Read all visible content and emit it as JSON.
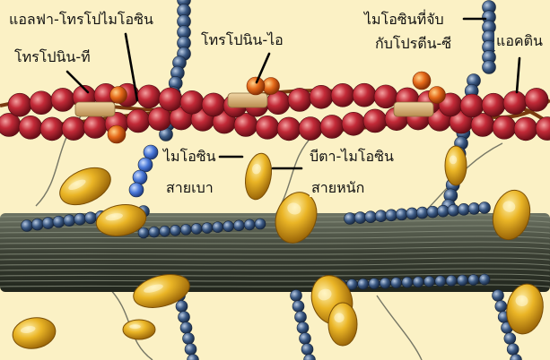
{
  "labels": {
    "alpha_tropomyosin": "แอลฟา-โทรโปไมโอซิน",
    "troponin_t": "โทรโปนิน-ที",
    "troponin_i": "โทรโปนิน-ไอ",
    "myosin_binding_line1": "ไมโอซินที่จับ",
    "myosin_binding_line2": "กับโปรตีน-ซี",
    "actin": "แอคติน",
    "myosin_light_line1": "ไมโอซิน",
    "myosin_light_line2": "สายเบา",
    "beta_myosin_line1": "บีตา-ไมโอซิน",
    "beta_myosin_line2": "สายหนัก"
  },
  "colors": {
    "background": "#fbf1c5",
    "actin_bead": "#b8222f",
    "troponin": "#e66a1a",
    "tropomyosin": "#7a3a10",
    "myosin_head": "#e3a818",
    "thick_filament": "#3b4034",
    "binding_protein_bead": "#35527a",
    "light_chain_bead": "#4a78d8"
  }
}
